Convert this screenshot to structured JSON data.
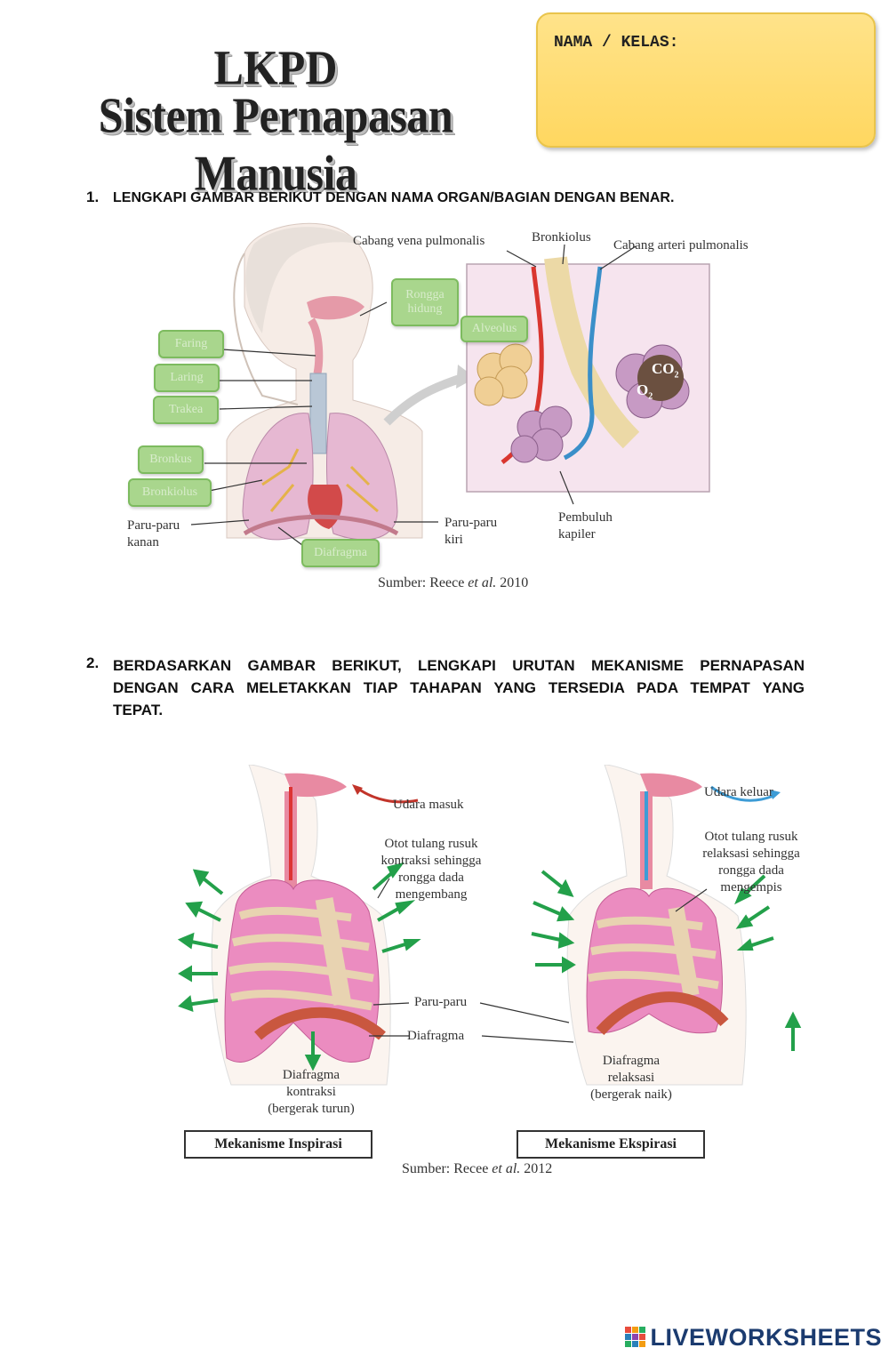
{
  "header": {
    "title_line1": "LKPD",
    "title_line2": "Sistem Pernapasan Manusia",
    "name_label": "NAMA / KELAS:",
    "name_value": ""
  },
  "question1": {
    "number": "1.",
    "text": "LENGKAPI GAMBAR BERIKUT DENGAN NAMA ORGAN/BAGIAN DENGAN BENAR."
  },
  "figure1": {
    "labels": {
      "cabang_vena": "Cabang vena pulmonalis",
      "bronkiolus_top": "Bronkiolus",
      "cabang_arteri": "Cabang arteri pulmonalis",
      "paru_kanan_1": "Paru-paru",
      "paru_kanan_2": "kanan",
      "paru_kiri_1": "Paru-paru",
      "paru_kiri_2": "kiri",
      "kapiler_1": "Pembuluh",
      "kapiler_2": "kapiler",
      "co2": "CO",
      "co2_sub": "2",
      "o2": "O",
      "o2_sub": "2"
    },
    "drop_boxes": {
      "rongga_hidung": "Rongga hidung",
      "alveolus": "Alveolus",
      "faring": "Faring",
      "laring": "Laring",
      "trakea": "Trakea",
      "bronkus": "Bronkus",
      "bronkiolus": "Bronkiolus",
      "diafragma": "Diafragma"
    },
    "caption_prefix": "Sumber: Reece ",
    "caption_italic": "et al.",
    "caption_suffix": " 2010"
  },
  "question2": {
    "number": "2.",
    "line1": "BERDASARKAN GAMBAR BERIKUT, LENGKAPI URUTAN MEKANISME PERNAPASAN",
    "line2": "DENGAN CARA MELETAKKAN TIAP TAHAPAN YANG TERSEDIA PADA TEMPAT YANG",
    "line3": "TEPAT."
  },
  "figure2": {
    "udara_masuk": "Udara masuk",
    "udara_keluar": "Udara keluar",
    "otot_kontraksi": [
      "Otot tulang rusuk",
      "kontraksi sehingga",
      "rongga dada",
      "mengembang"
    ],
    "otot_relaksasi": [
      "Otot tulang rusuk",
      "relaksasi sehingga",
      "rongga dada",
      "mengempis"
    ],
    "paru_paru": "Paru-paru",
    "diafragma": "Diafragma",
    "diafragma_kontraksi": [
      "Diafragma",
      "kontraksi",
      "(bergerak turun)"
    ],
    "diafragma_relaksasi": [
      "Diafragma",
      "relaksasi",
      "(bergerak naik)"
    ],
    "mekanisme_inspirasi": "Mekanisme Inspirasi",
    "mekanisme_ekspirasi": "Mekanisme Ekspirasi",
    "caption_prefix": "Sumber: Recee ",
    "caption_italic": "et al.",
    "caption_suffix": " 2012"
  },
  "branding": {
    "logo_text": "LIVEWORKSHEETS",
    "logo_icon": "liveworksheets-grid-icon"
  }
}
